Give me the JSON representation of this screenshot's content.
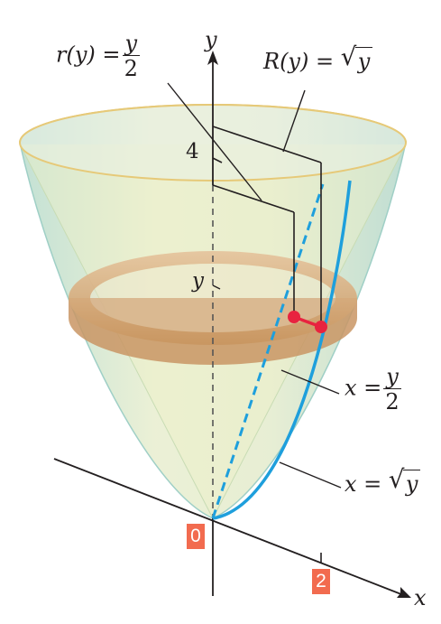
{
  "labels": {
    "y_axis": "y",
    "x_axis": "x",
    "four": "4",
    "y_level": "y",
    "r_lhs": "r(y) =",
    "r_num": "y",
    "r_den": "2",
    "R_lhs": "R(y) =",
    "R_rad": "y",
    "line_lhs": "x =",
    "line_num": "y",
    "line_den": "2",
    "curve_lhs": "x =",
    "curve_rad": "y",
    "origin": "0",
    "two": "2"
  },
  "colors": {
    "bowl_fill": "#dbe8c6",
    "bowl_edge": "#9fcfc6",
    "rim": "#e6c978",
    "washer": "#d9a878",
    "curve": "#1e9fdc",
    "point": "#e8233f",
    "badge": "#f26b4f",
    "ink": "#231f20"
  }
}
